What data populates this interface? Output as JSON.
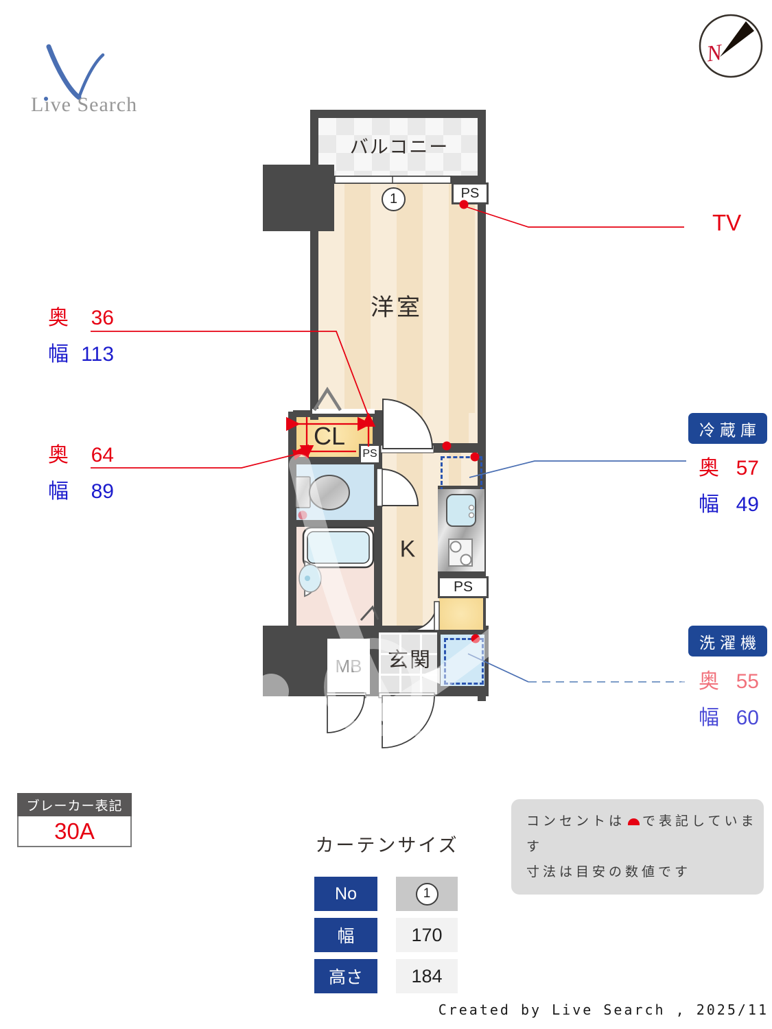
{
  "logo": {
    "brand": "Live Search"
  },
  "compass": {
    "north": "N"
  },
  "plan": {
    "balcony": "バルコニー",
    "room": "洋室",
    "closet": "CL",
    "kitchen": "K",
    "entrance": "玄関",
    "meter_box": "MB",
    "pipe_space": "PS",
    "window_marker": "1"
  },
  "dimensions": {
    "closet_upper": {
      "depth_label": "奥",
      "depth": "36",
      "width_label": "幅",
      "width": "113"
    },
    "closet_lower": {
      "depth_label": "奥",
      "depth": "64",
      "width_label": "幅",
      "width": "89"
    }
  },
  "callouts": {
    "tv": "TV",
    "fridge": {
      "title": "冷蔵庫",
      "depth_label": "奥",
      "depth": "57",
      "width_label": "幅",
      "width": "49"
    },
    "washer": {
      "title": "洗濯機",
      "depth_label": "奥",
      "depth": "55",
      "width_label": "幅",
      "width": "60"
    }
  },
  "breaker": {
    "title": "ブレーカー表記",
    "value": "30A"
  },
  "notes": {
    "line1_before": "コンセントは",
    "line1_after": "で表記しています",
    "line2": "寸法は目安の数値です"
  },
  "curtain": {
    "title": "カーテンサイズ",
    "rows": [
      {
        "label": "No",
        "value": "1"
      },
      {
        "label": "幅",
        "value": "170"
      },
      {
        "label": "高さ",
        "value": "184"
      }
    ]
  },
  "footer": {
    "credit": "Created by Live Search , 2025/11"
  },
  "colors": {
    "wall": "#4a4a4a",
    "outlet_red": "#e60012",
    "width_blue": "#1c1ccd",
    "badge_blue": "#1e4796",
    "table_blue": "#1e4190",
    "logo_blue": "#4a6fb3"
  }
}
